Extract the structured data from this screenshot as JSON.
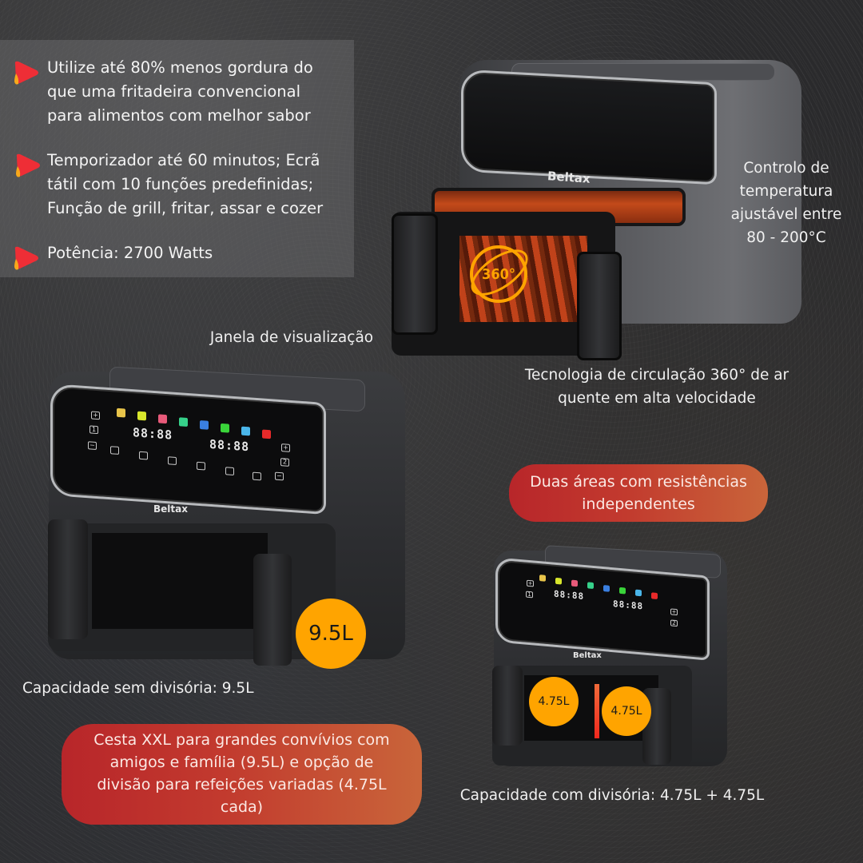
{
  "brand": "Beltax",
  "features": [
    {
      "icon": "play-flame-icon",
      "text": "Utilize até 80% menos gordura do que uma fritadeira convencional para alimentos com melhor sabor",
      "lines": [
        "Utilize até 80% menos gordura do",
        "que uma fritadeira convencional",
        "para alimentos com melhor sabor"
      ]
    },
    {
      "icon": "play-flame-icon",
      "text": "Temporizador até 60 minutos; Ecrã tátil com 10 funções predefinidas; Função de grill, fritar, assar e cozer",
      "lines": [
        "Temporizador até 60 minutos; Ecrã",
        "tátil com 10 funções predefinidas;",
        "Função de grill, fritar, assar e cozer"
      ]
    },
    {
      "icon": "play-flame-icon",
      "text": "Potência: 2700 Watts",
      "lines": [
        "Potência: 2700 Watts"
      ]
    }
  ],
  "captions": {
    "temperature": [
      "Controlo de",
      "temperatura",
      "ajustável entre",
      "80 - 200°C"
    ],
    "window": "Janela de visualização",
    "circulation": [
      "Tecnologia de circulação 360° de ar",
      "quente em alta velocidade"
    ],
    "capacity_single": "Capacidade sem divisória: 9.5L",
    "capacity_divided": "Capacidade com divisória: 4.75L + 4.75L"
  },
  "pills": {
    "dual_zones": [
      "Duas áreas com resistências",
      "independentes"
    ],
    "basket": [
      "Cesta XXL para grandes convívios com",
      "amigos e família (9.5L) e opção de",
      "divisão para refeições variadas (4.75L",
      "cada)"
    ]
  },
  "badges": {
    "single": "9.5L",
    "left_zone": "4.75L",
    "right_zone": "4.75L"
  },
  "hero_badge": "360°",
  "display": {
    "time_left": "88:88",
    "time_right": "88:88",
    "zone_1": "1",
    "zone_2": "2",
    "plus": "+",
    "minus": "−",
    "function_colors": [
      "#e8c44a",
      "#d8e62c",
      "#e85a7a",
      "#36d18a",
      "#3a7fe0",
      "#3ad43a",
      "#4ab6ea",
      "#e82a2a"
    ]
  },
  "colors": {
    "accent_orange": "#ffa400",
    "pill_red": "#b8262a",
    "pill_orange": "#c9653a",
    "bullet_red": "#ee2e36",
    "bullet_yellow": "#f7a81b"
  }
}
